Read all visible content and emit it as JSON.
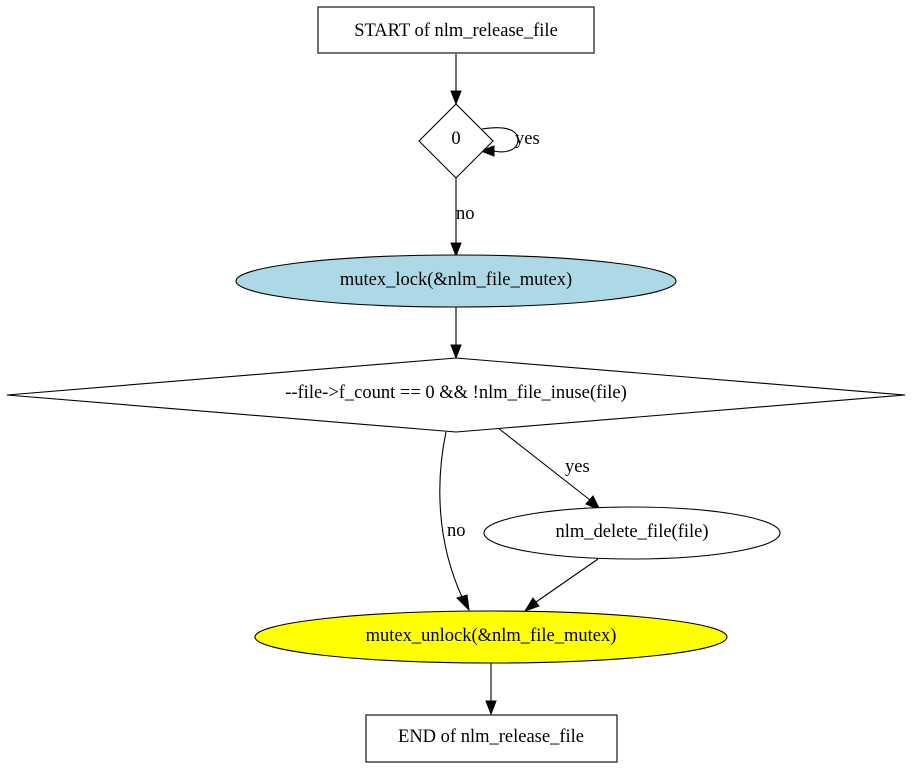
{
  "nodes": {
    "start": {
      "label": "START of nlm_release_file",
      "shape": "box",
      "fill": "#ffffff"
    },
    "cond_zero": {
      "label": "0",
      "shape": "diamond",
      "fill": "#ffffff"
    },
    "mutex_lock": {
      "label": "mutex_lock(&nlm_file_mutex)",
      "shape": "ellipse",
      "fill": "#add8e6"
    },
    "cond_count": {
      "label": "--file->f_count == 0 && !nlm_file_inuse(file)",
      "shape": "diamond",
      "fill": "#ffffff"
    },
    "delete_file": {
      "label": "nlm_delete_file(file)",
      "shape": "ellipse",
      "fill": "#ffffff"
    },
    "mutex_unlock": {
      "label": "mutex_unlock(&nlm_file_mutex)",
      "shape": "ellipse",
      "fill": "#ffff00"
    },
    "end": {
      "label": "END of nlm_release_file",
      "shape": "box",
      "fill": "#ffffff"
    }
  },
  "edges": {
    "start_to_cond_zero": {
      "from": "start",
      "to": "cond_zero",
      "label": ""
    },
    "cond_zero_loop": {
      "from": "cond_zero",
      "to": "cond_zero",
      "label": "yes"
    },
    "cond_zero_to_lock": {
      "from": "cond_zero",
      "to": "mutex_lock",
      "label": "no"
    },
    "lock_to_cond_count": {
      "from": "mutex_lock",
      "to": "cond_count",
      "label": ""
    },
    "cond_count_to_delete": {
      "from": "cond_count",
      "to": "delete_file",
      "label": "yes"
    },
    "cond_count_to_unlock": {
      "from": "cond_count",
      "to": "mutex_unlock",
      "label": "no"
    },
    "delete_to_unlock": {
      "from": "delete_file",
      "to": "mutex_unlock",
      "label": ""
    },
    "unlock_to_end": {
      "from": "mutex_unlock",
      "to": "end",
      "label": ""
    }
  }
}
